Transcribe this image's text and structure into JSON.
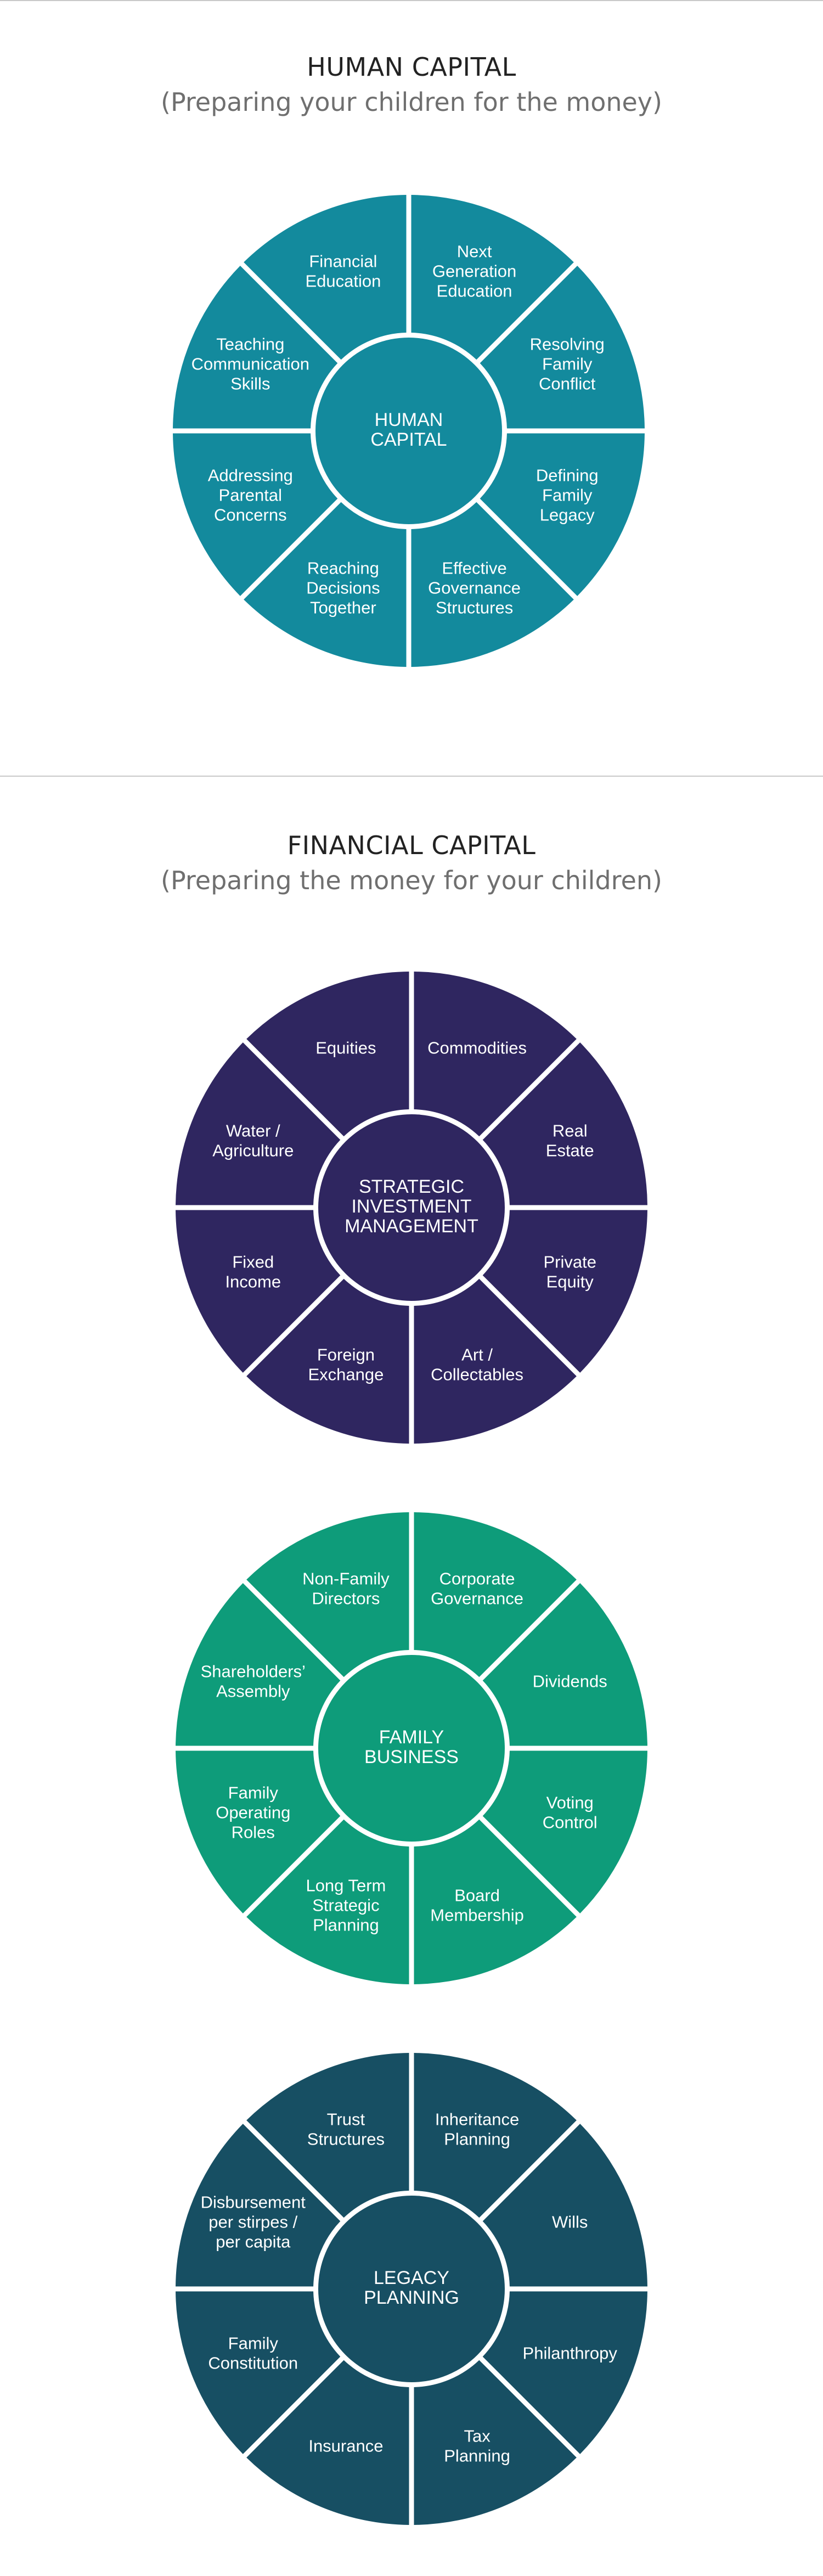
{
  "sections": [
    {
      "title": "HUMAN CAPITAL",
      "subtitle": "(Preparing your children for the money)"
    },
    {
      "title": "FINANCIAL CAPITAL",
      "subtitle": "(Preparing the money for your children)"
    }
  ],
  "wheels": [
    {
      "id": "human-capital",
      "color": "#138a9d",
      "center_label": "HUMAN\nCAPITAL",
      "segments": [
        "Next\nGeneration\nEducation",
        "Resolving\nFamily\nConflict",
        "Defining\nFamily\nLegacy",
        "Effective\nGovernance\nStructures",
        "Reaching\nDecisions\nTogether",
        "Addressing\nParental\nConcerns",
        "Teaching\nCommunication\nSkills",
        "Financial\nEducation"
      ]
    },
    {
      "id": "strategic-investment-management",
      "color": "#2f2660",
      "center_label": "STRATEGIC\nINVESTMENT\nMANAGEMENT",
      "segments": [
        "Commodities",
        "Real\nEstate",
        "Private\nEquity",
        "Art /\nCollectables",
        "Foreign\nExchange",
        "Fixed\nIncome",
        "Water /\nAgriculture",
        "Equities"
      ]
    },
    {
      "id": "family-business",
      "color": "#0e9c7a",
      "center_label": "FAMILY\nBUSINESS",
      "segments": [
        "Corporate\nGovernance",
        "Dividends",
        "Voting\nControl",
        "Board\nMembership",
        "Long Term\nStrategic\nPlanning",
        "Family\nOperating\nRoles",
        "Shareholders’\nAssembly",
        "Non-Family\nDirectors"
      ]
    },
    {
      "id": "legacy-planning",
      "color": "#174f63",
      "center_label": "LEGACY\nPLANNING",
      "segments": [
        "Inheritance\nPlanning",
        "Wills",
        "Philanthropy",
        "Tax\nPlanning",
        "Insurance",
        "Family\nConstitution",
        "Disbursement\nper stirpes /\nper capita",
        "Trust\nStructures"
      ]
    }
  ]
}
